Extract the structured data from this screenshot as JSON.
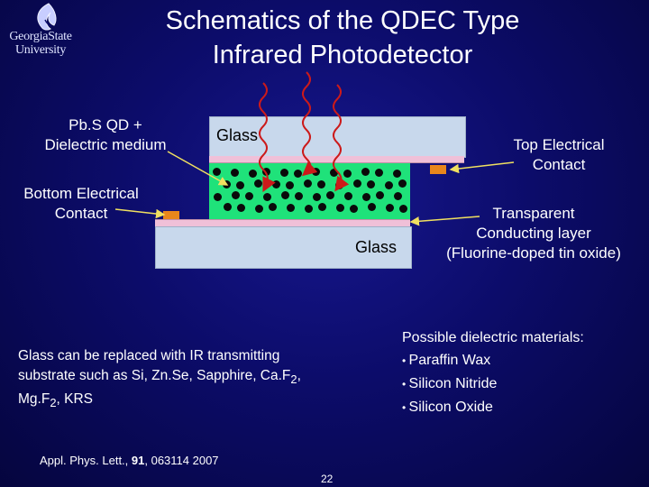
{
  "logo": {
    "line1": "GeorgiaState",
    "line2": "University",
    "icon": "flame-logo-icon"
  },
  "title": {
    "line1": "Schematics of the QDEC Type",
    "line2": "Infrared Photodetector"
  },
  "labels": {
    "qd": {
      "line1": "Pb.S QD +",
      "line2": "Dielectric medium"
    },
    "bottom_contact": {
      "line1": "Bottom Electrical",
      "line2": "Contact"
    },
    "top_contact": {
      "line1": "Top Electrical",
      "line2": "Contact"
    },
    "tco": {
      "line1": "Transparent",
      "line2": "Conducting layer",
      "line3": "(Fluorine-doped tin oxide)"
    },
    "glass_top": "Glass",
    "glass_bottom": "Glass"
  },
  "note": {
    "line1": "Glass can be replaced with IR transmitting",
    "line2_a": "substrate such as Si, Zn.Se, Sapphire, Ca.F",
    "line2_sub": "2",
    "line2_b": ",",
    "line3_a": "Mg.F",
    "line3_sub": "2",
    "line3_b": ", KRS"
  },
  "dielectrics": {
    "heading": "Possible dielectric materials:",
    "items": [
      "Paraffin Wax",
      "Silicon Nitride",
      "Silicon Oxide"
    ]
  },
  "reference": {
    "prefix": "Appl. Phys. Lett., ",
    "volume": "91",
    "rest": ", 063114 2007"
  },
  "page_number": "22",
  "colors": {
    "background": "#0c0c6a",
    "glass": "#c8d8ec",
    "qd_layer": "#1fe27a",
    "contact": "#e8861c",
    "film": "#f0c0d8",
    "ir_arrow": "#cc1a1a",
    "pointer": "#f0e060"
  }
}
